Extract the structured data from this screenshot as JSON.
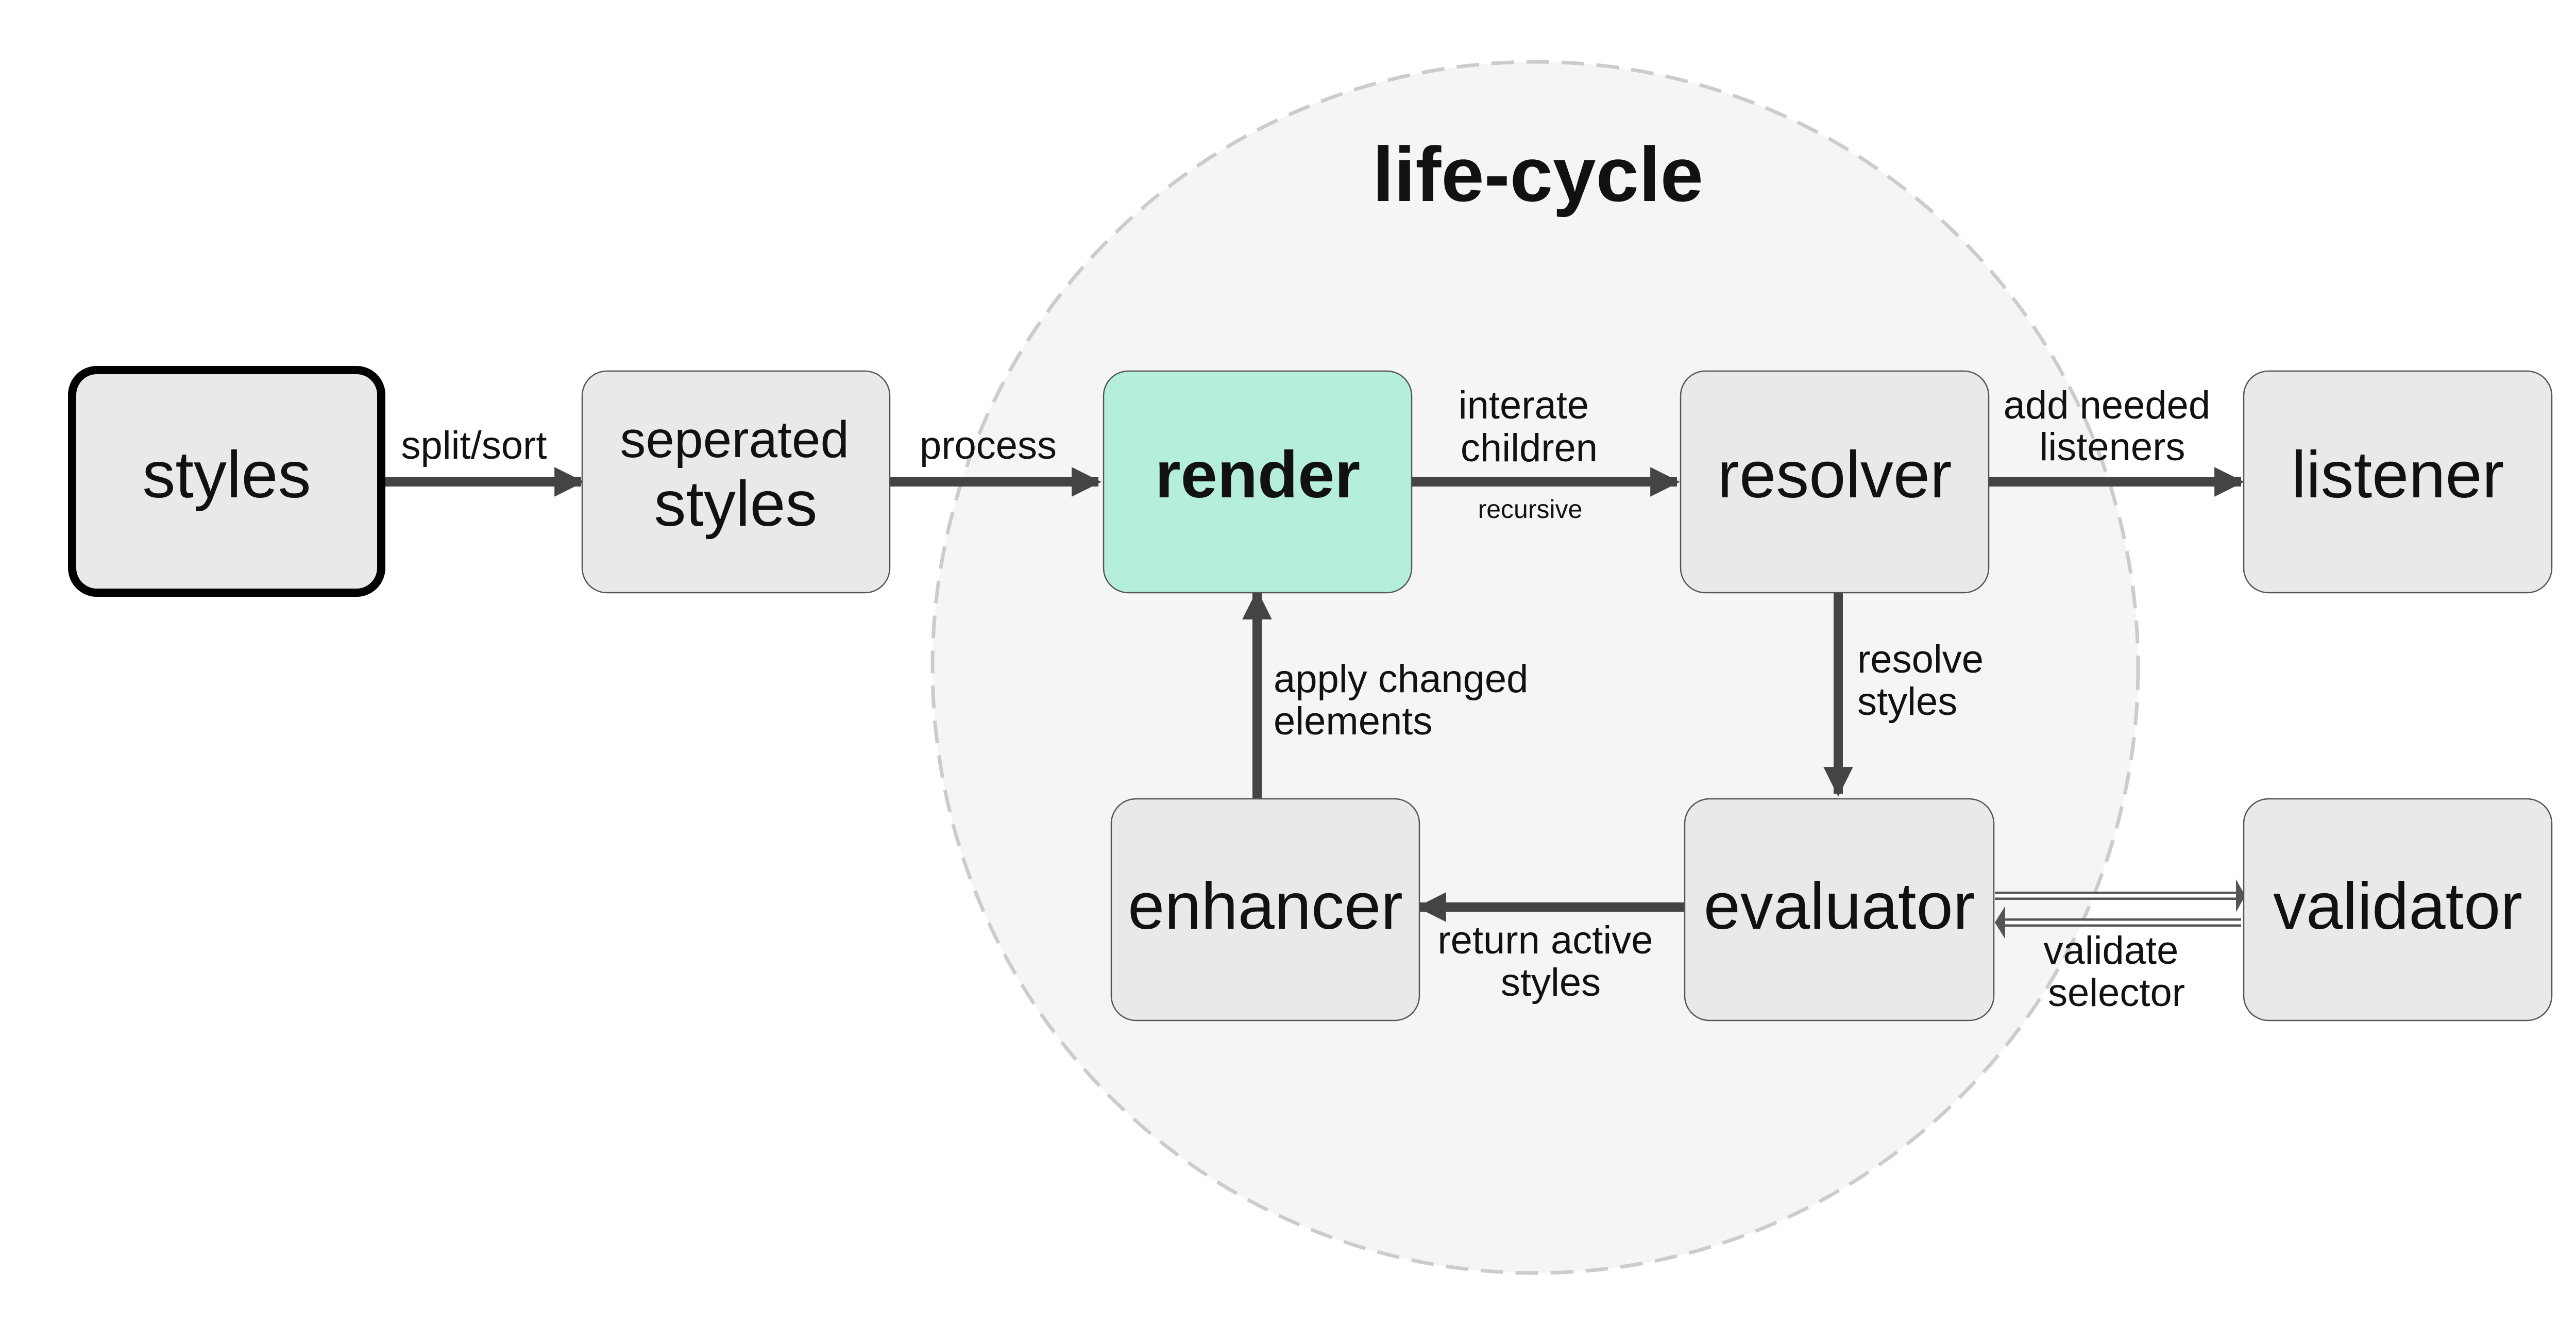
{
  "title": "life-cycle",
  "colors": {
    "node_fill": "#e9e9e9",
    "highlight_fill": "#b5eedb",
    "circle_fill": "#f5f5f5",
    "circle_stroke": "#cccccc",
    "arrow": "#444444"
  },
  "nodes": {
    "styles": "styles",
    "separated_line1": "seperated",
    "separated_line2": "styles",
    "render": "render",
    "resolver": "resolver",
    "listener": "listener",
    "enhancer": "enhancer",
    "evaluator": "evaluator",
    "validator": "validator"
  },
  "edges": {
    "split_sort": "split/sort",
    "process": "process",
    "iterate_line1": "interate",
    "iterate_line2": "children",
    "recursive": "recursive",
    "add_line1": "add needed",
    "add_line2": "listeners",
    "resolve_line1": "resolve",
    "resolve_line2": "styles",
    "apply_line1": "apply changed",
    "apply_line2": "elements",
    "return_line1": "return active",
    "return_line2": "styles",
    "validate_line1": "validate",
    "validate_line2": "selector"
  }
}
